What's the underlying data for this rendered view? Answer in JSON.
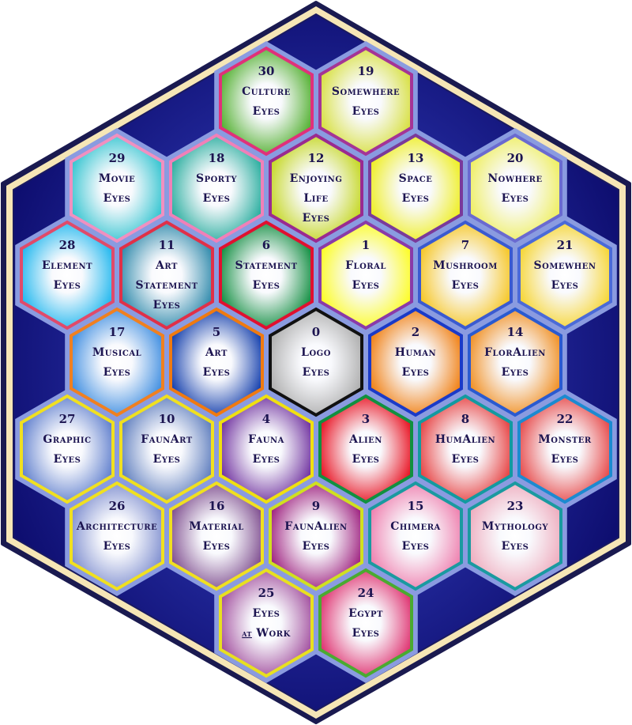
{
  "title": "Eyes categories honeycomb",
  "colors": {
    "background": "#14137a",
    "halo": "#8a9be0",
    "frame": "#f6e6b6",
    "text": "#1c1450"
  },
  "hexes": [
    {
      "number": "30",
      "lines": [
        "Culture",
        "Eyes"
      ],
      "fill": "#4fae2c",
      "border": "#e0307a"
    },
    {
      "number": "19",
      "lines": [
        "Somewhere",
        "Eyes"
      ],
      "fill": "#d6df3a",
      "border": "#a43496"
    },
    {
      "number": "29",
      "lines": [
        "Movie",
        "Eyes"
      ],
      "fill": "#2fc3cf",
      "border": "#f090c0"
    },
    {
      "number": "18",
      "lines": [
        "Sporty",
        "Eyes"
      ],
      "fill": "#23ab9c",
      "border": "#f080b8"
    },
    {
      "number": "12",
      "lines": [
        "Enjoying",
        "Life",
        "Eyes"
      ],
      "fill": "#c3d61c",
      "border": "#9a2a90"
    },
    {
      "number": "13",
      "lines": [
        "Space",
        "Eyes"
      ],
      "fill": "#eeee1a",
      "border": "#7a3a9a"
    },
    {
      "number": "20",
      "lines": [
        "Nowhere",
        "Eyes"
      ],
      "fill": "#eeee5a",
      "border": "#6a6ad0"
    },
    {
      "number": "28",
      "lines": [
        "Element",
        "Eyes"
      ],
      "fill": "#1cb6ee",
      "border": "#e04a6a"
    },
    {
      "number": "11",
      "lines": [
        "Art",
        "Statement",
        "Eyes"
      ],
      "fill": "#2c88aa",
      "border": "#e03048"
    },
    {
      "number": "6",
      "lines": [
        "Statement",
        "Eyes"
      ],
      "fill": "#0e8c3e",
      "border": "#e01030"
    },
    {
      "number": "1",
      "lines": [
        "Floral",
        "Eyes"
      ],
      "fill": "#fcfc1c",
      "border": "#8a3aa8"
    },
    {
      "number": "7",
      "lines": [
        "Mushroom",
        "Eyes"
      ],
      "fill": "#f6c41c",
      "border": "#3a5ad0"
    },
    {
      "number": "21",
      "lines": [
        "Somewhen",
        "Eyes"
      ],
      "fill": "#f6d42c",
      "border": "#4a6ad8"
    },
    {
      "number": "17",
      "lines": [
        "Musical",
        "Eyes"
      ],
      "fill": "#3c8ce0",
      "border": "#f08020"
    },
    {
      "number": "5",
      "lines": [
        "Art",
        "Eyes"
      ],
      "fill": "#0e3aaa",
      "border": "#f07a10"
    },
    {
      "number": "0",
      "lines": [
        "Logo",
        "Eyes"
      ],
      "fill": "#acacac",
      "border": "#111111"
    },
    {
      "number": "2",
      "lines": [
        "Human",
        "Eyes"
      ],
      "fill": "#f07c0c",
      "border": "#1a3ac8"
    },
    {
      "number": "14",
      "lines": [
        "FlorAlien",
        "Eyes"
      ],
      "fill": "#f08c1c",
      "border": "#2a5ad0"
    },
    {
      "number": "27",
      "lines": [
        "Graphic",
        "Eyes"
      ],
      "fill": "#5c7ccc",
      "border": "#f0e020"
    },
    {
      "number": "10",
      "lines": [
        "FaunArt",
        "Eyes"
      ],
      "fill": "#5a7abc",
      "border": "#f0e020"
    },
    {
      "number": "4",
      "lines": [
        "Fauna",
        "Eyes"
      ],
      "fill": "#6c2c9c",
      "border": "#f0e010"
    },
    {
      "number": "3",
      "lines": [
        "Alien",
        "Eyes"
      ],
      "fill": "#e80c1c",
      "border": "#119040"
    },
    {
      "number": "8",
      "lines": [
        "HumAlien",
        "Eyes"
      ],
      "fill": "#e63c3c",
      "border": "#129aa0"
    },
    {
      "number": "22",
      "lines": [
        "Monster",
        "Eyes"
      ],
      "fill": "#e64444",
      "border": "#1c8ad0"
    },
    {
      "number": "26",
      "lines": [
        "Architecture",
        "Eyes"
      ],
      "fill": "#7c8cce",
      "border": "#f0e020"
    },
    {
      "number": "16",
      "lines": [
        "Material",
        "Eyes"
      ],
      "fill": "#7c4a8c",
      "border": "#f0e020"
    },
    {
      "number": "9",
      "lines": [
        "FaunAlien",
        "Eyes"
      ],
      "fill": "#9c1c7c",
      "border": "#d0e020"
    },
    {
      "number": "15",
      "lines": [
        "Chimera",
        "Eyes"
      ],
      "fill": "#ee7cac",
      "border": "#1a9aa0"
    },
    {
      "number": "23",
      "lines": [
        "Mythology",
        "Eyes"
      ],
      "fill": "#eeaabc",
      "border": "#1a9aa0"
    },
    {
      "number": "25",
      "lines": [
        "Eyes",
        "Work"
      ],
      "underlined_prefix": "at",
      "fill": "#a04c9c",
      "border": "#e8e020"
    },
    {
      "number": "24",
      "lines": [
        "Egypt",
        "Eyes"
      ],
      "fill": "#de2c6c",
      "border": "#4aaa30"
    }
  ]
}
